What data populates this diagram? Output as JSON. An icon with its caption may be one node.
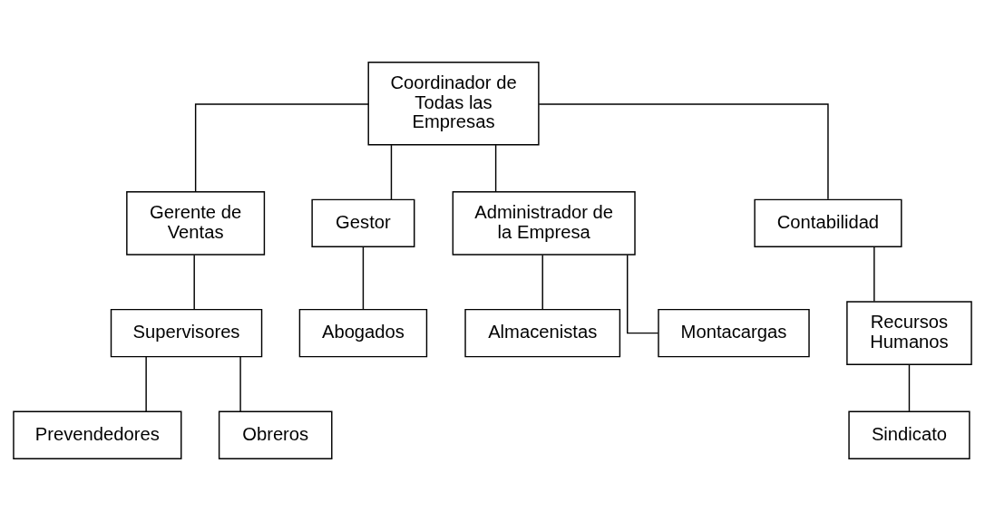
{
  "diagram": {
    "nodes": [
      {
        "text": [
          "Coordinador de Todas las Empresas"
        ]
      },
      {
        "text": [
          "Gerente de Ventas"
        ]
      },
      {
        "text": [
          "Gestor"
        ]
      },
      {
        "text": [
          "Administrador de la Empresa"
        ]
      },
      {
        "text": [
          "Contabilidad"
        ]
      },
      {
        "text": [
          "Supervisores"
        ]
      },
      {
        "text": [
          "Abogados"
        ]
      },
      {
        "text": [
          "Almacenistas"
        ]
      },
      {
        "text": [
          "Montacargas"
        ]
      },
      {
        "text": [
          "Recursos Humanos"
        ]
      },
      {
        "text": [
          "Prevendedores"
        ]
      },
      {
        "text": [
          "Obreros"
        ]
      },
      {
        "text": [
          "Sindicato"
        ]
      }
    ],
    "edges": [
      {
        "from": 0,
        "to": 1,
        "arrow": "none"
      },
      {
        "from": 0,
        "to": 2,
        "arrow": "none"
      },
      {
        "from": 0,
        "to": 3,
        "arrow": "none"
      },
      {
        "from": 0,
        "to": 4,
        "arrow": "none"
      },
      {
        "from": 1,
        "to": 5,
        "arrow": "none"
      },
      {
        "from": 2,
        "to": 6,
        "arrow": "none"
      },
      {
        "from": 3,
        "to": 7,
        "arrow": "none"
      },
      {
        "from": 3,
        "to": 8,
        "arrow": "none"
      },
      {
        "from": 4,
        "to": 9,
        "arrow": "none"
      },
      {
        "from": 5,
        "to": 10,
        "arrow": "none"
      },
      {
        "from": 5,
        "to": 11,
        "arrow": "none"
      },
      {
        "from": 9,
        "to": 12,
        "arrow": "none"
      }
    ]
  }
}
